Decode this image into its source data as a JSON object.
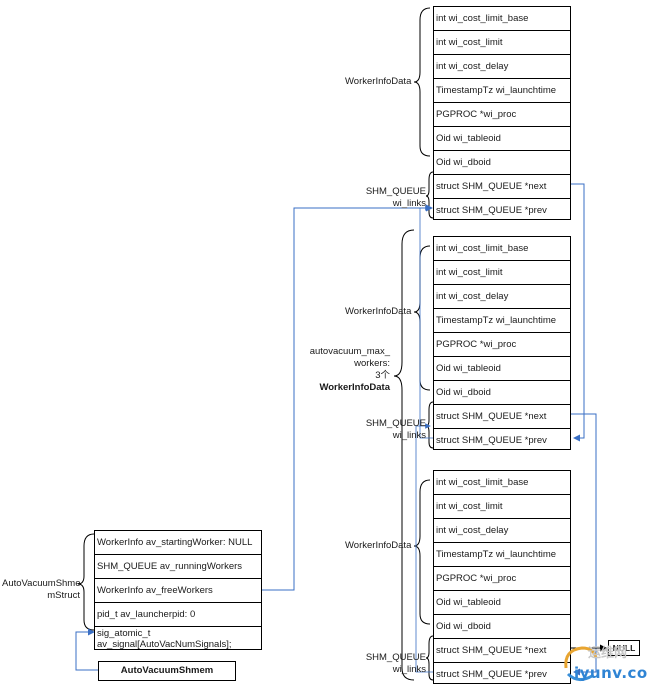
{
  "worker_fields": [
    "int wi_cost_limit_base",
    "int wi_cost_limit",
    "int wi_cost_delay",
    "TimestampTz wi_launchtime",
    "PGPROC *wi_proc",
    "Oid wi_tableoid",
    "Oid wi_dboid",
    "struct SHM_QUEUE *next",
    "struct SHM_QUEUE *prev"
  ],
  "worker_struct_label": "WorkerInfoData",
  "queue_label_line1": "SHM_QUEUE",
  "queue_label_line2": "wi_links",
  "max_workers": {
    "line1": "autovacuum_max_",
    "line2": "workers:",
    "line3": "3个",
    "line4": "WorkerInfoData"
  },
  "shmem_struct": {
    "label_line1": "AutoVacuumShme",
    "label_line2": "mStruct",
    "fields": [
      "WorkerInfo av_startingWorker: NULL",
      "SHM_QUEUE av_runningWorkers",
      "WorkerInfo av_freeWorkers",
      "pid_t av_launcherpid: 0"
    ],
    "signal_line1": "sig_atomic_t",
    "signal_line2": "av_signal[AutoVacNumSignals];"
  },
  "shmem_pointer_label": "AutoVacuumShmem",
  "null_label": "NULL",
  "watermark": {
    "top": "运维网",
    "bottom": "iyunv.com"
  },
  "colors": {
    "arrow": "#3a6fc4",
    "line": "#000000"
  }
}
